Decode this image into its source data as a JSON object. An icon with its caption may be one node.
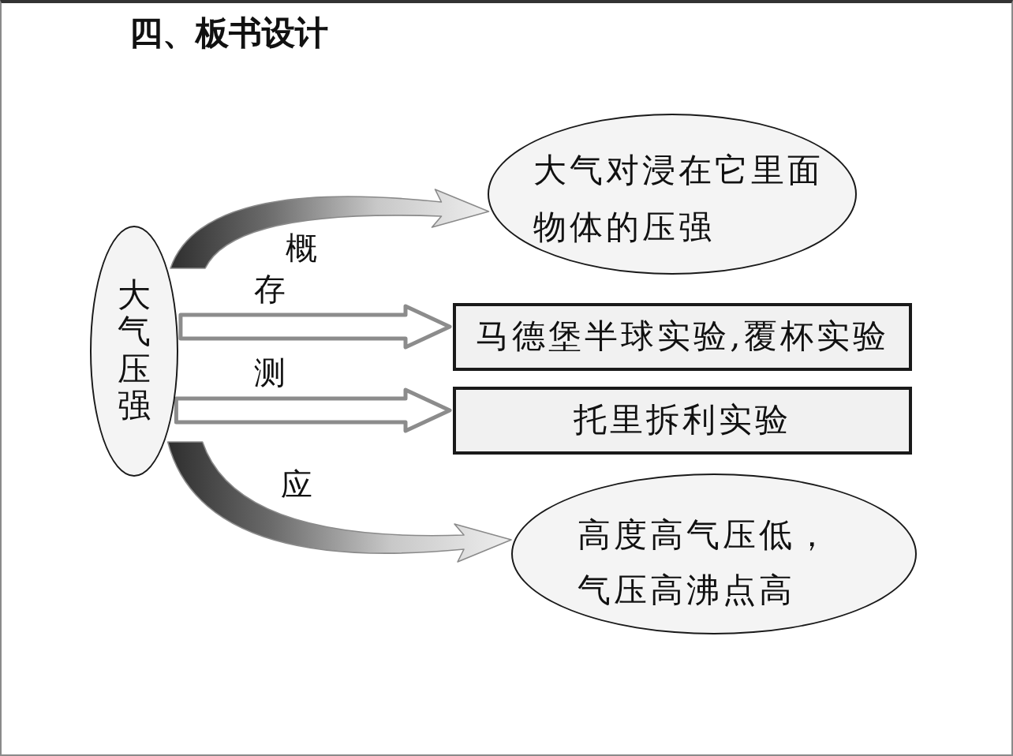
{
  "diagram": {
    "title": "四、板书设计",
    "nodes": [
      {
        "text": [
          "大气压强"
        ]
      },
      {
        "text": [
          "大气对浸在它里面物体的压强"
        ]
      },
      {
        "text": [
          "马德堡半球实验,覆杯实验"
        ]
      },
      {
        "text": [
          "托里拆利实验"
        ]
      },
      {
        "text": [
          "高度高气压低，气压高沸点高"
        ]
      }
    ],
    "edges": [
      {
        "from": 0,
        "to": 1,
        "arrow": "to",
        "label": "概"
      },
      {
        "from": 0,
        "to": 2,
        "arrow": "to",
        "label": "存"
      },
      {
        "from": 0,
        "to": 3,
        "arrow": "to",
        "label": "测"
      },
      {
        "from": 0,
        "to": 4,
        "arrow": "to",
        "label": "应"
      }
    ]
  }
}
